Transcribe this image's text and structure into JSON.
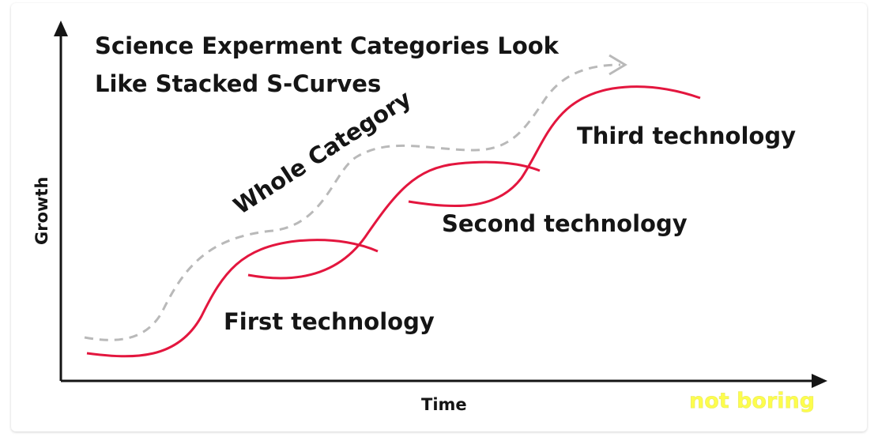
{
  "title": {
    "line1": "Science Experment Categories Look",
    "line2": "Like Stacked S-Curves"
  },
  "axes": {
    "x_label": "Time",
    "y_label": "Growth"
  },
  "labels": {
    "whole_category": "Whole Category",
    "first": "First technology",
    "second": "Second technology",
    "third": "Third technology"
  },
  "watermark": "not boring",
  "colors": {
    "curve": "#e3163e",
    "dashed": "#b9b9b9",
    "axis": "#151515",
    "watermark": "#fdfd4c"
  }
}
